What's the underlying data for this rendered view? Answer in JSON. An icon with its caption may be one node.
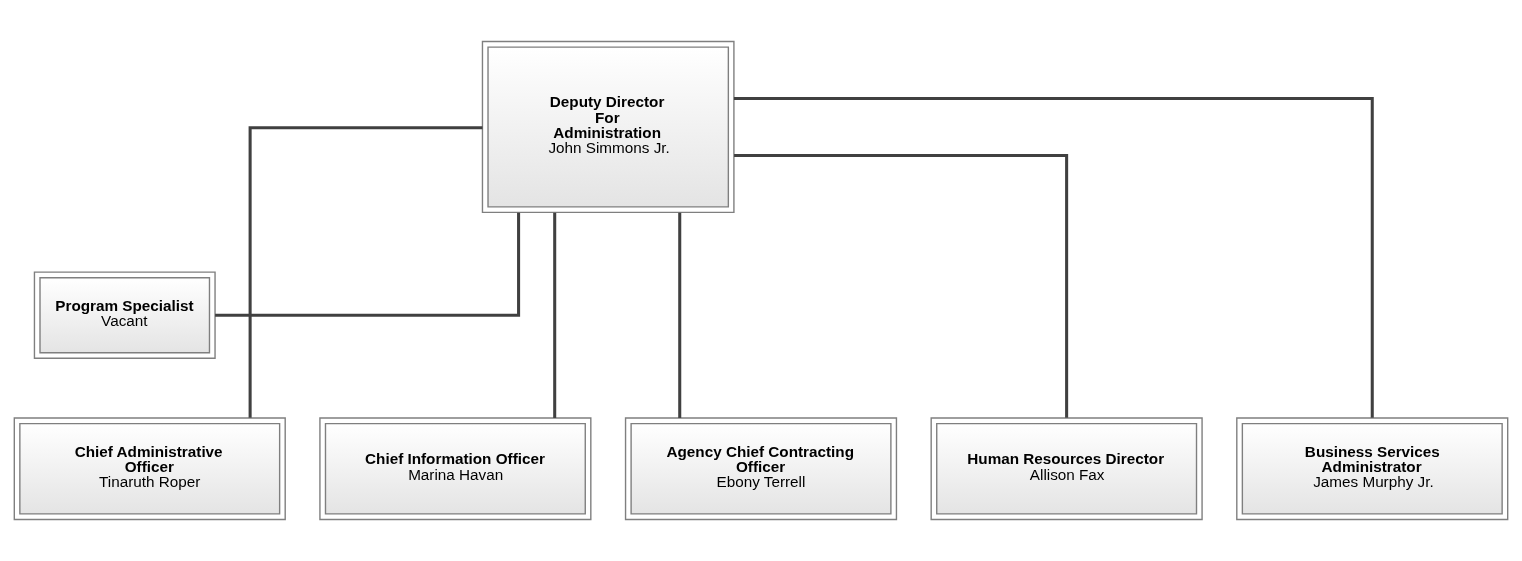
{
  "diagram": {
    "nodes": [
      {
        "text": [
          "Deputy Director For Administration",
          "John Simmons Jr."
        ]
      },
      {
        "text": [
          "Program Specialist",
          "Vacant"
        ]
      },
      {
        "text": [
          "Chief Administrative Officer",
          "Tinaruth Roper"
        ]
      },
      {
        "text": [
          "Chief Information Officer",
          "Marina Havan"
        ]
      },
      {
        "text": [
          "Agency Chief Contracting Officer",
          "Ebony Terrell"
        ]
      },
      {
        "text": [
          "Human Resources Director",
          "Allison Fax"
        ]
      },
      {
        "text": [
          "Business Services Administrator",
          "James Murphy Jr."
        ]
      }
    ],
    "edges": [
      {
        "from": 0,
        "to": 1,
        "arrow": "none"
      },
      {
        "from": 0,
        "to": 2,
        "arrow": "none"
      },
      {
        "from": 0,
        "to": 3,
        "arrow": "none"
      },
      {
        "from": 0,
        "to": 4,
        "arrow": "none"
      },
      {
        "from": 0,
        "to": 5,
        "arrow": "none"
      },
      {
        "from": 0,
        "to": 6,
        "arrow": "none"
      }
    ]
  }
}
